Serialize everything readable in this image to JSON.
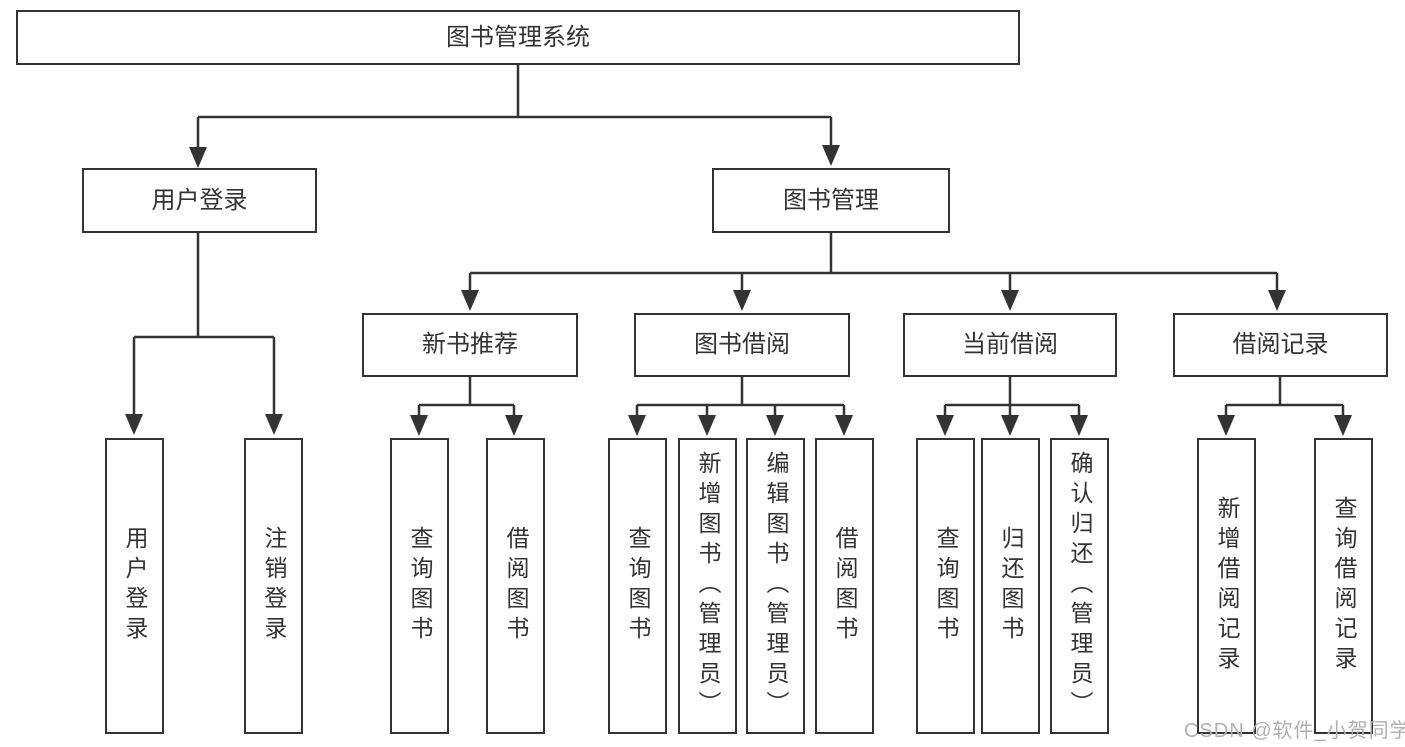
{
  "diagram": {
    "root": "图书管理系统",
    "user_login": "用户登录",
    "book_mgmt": "图书管理",
    "new_book_rec": "新书推荐",
    "book_borrow": "图书借阅",
    "current_borrow": "当前借阅",
    "borrow_record": "借阅记录",
    "leaf_user_login": "用户登录",
    "leaf_logout": "注销登录",
    "leaf_rec_query_books": "查询图书",
    "leaf_rec_borrow_books": "借阅图书",
    "leaf_bb_query_books": "查询图书",
    "leaf_bb_add_book": "新增图书（管理员）",
    "leaf_bb_edit_book": "编辑图书（管理员）",
    "leaf_bb_borrow_books": "借阅图书",
    "leaf_cb_query_books": "查询图书",
    "leaf_cb_return_book": "归还图书",
    "leaf_cb_confirm_return": "确认归还（管理员）",
    "leaf_br_add_record": "新增借阅记录",
    "leaf_br_query_record": "查询借阅记录"
  },
  "hierarchy": {
    "图书管理系统": [
      "用户登录",
      "图书管理"
    ],
    "用户登录": [
      "用户登录",
      "注销登录"
    ],
    "图书管理": [
      "新书推荐",
      "图书借阅",
      "当前借阅",
      "借阅记录"
    ],
    "新书推荐": [
      "查询图书",
      "借阅图书"
    ],
    "图书借阅": [
      "查询图书",
      "新增图书（管理员）",
      "编辑图书（管理员）",
      "借阅图书"
    ],
    "当前借阅": [
      "查询图书",
      "归还图书",
      "确认归还（管理员）"
    ],
    "借阅记录": [
      "新增借阅记录",
      "查询借阅记录"
    ]
  },
  "watermark": {
    "text": "CSDN @软件_小贺同学"
  },
  "colors": {
    "line": "#333333",
    "text": "#333333",
    "watermark": "#b0b0b0",
    "background": "#ffffff"
  }
}
